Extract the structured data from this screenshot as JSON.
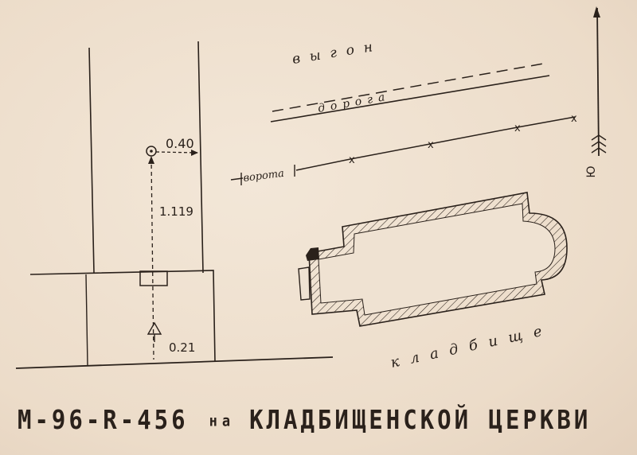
{
  "labels": {
    "dimension_offset": "0.40",
    "dimension_height": "1.119",
    "dimension_base": "0.21",
    "top_label": "выгон",
    "road_label": "дорога",
    "gate_label": "ворота",
    "cemetery_label": "кладбище",
    "north_label": "Ю"
  },
  "caption": {
    "mark_id": "М-96-R-456",
    "preposition": "на",
    "location": "КЛАДБИЩЕНСКОЙ ЦЕРКВИ"
  },
  "colors": {
    "paper": "#efe2d2",
    "ink": "#2a211b"
  }
}
